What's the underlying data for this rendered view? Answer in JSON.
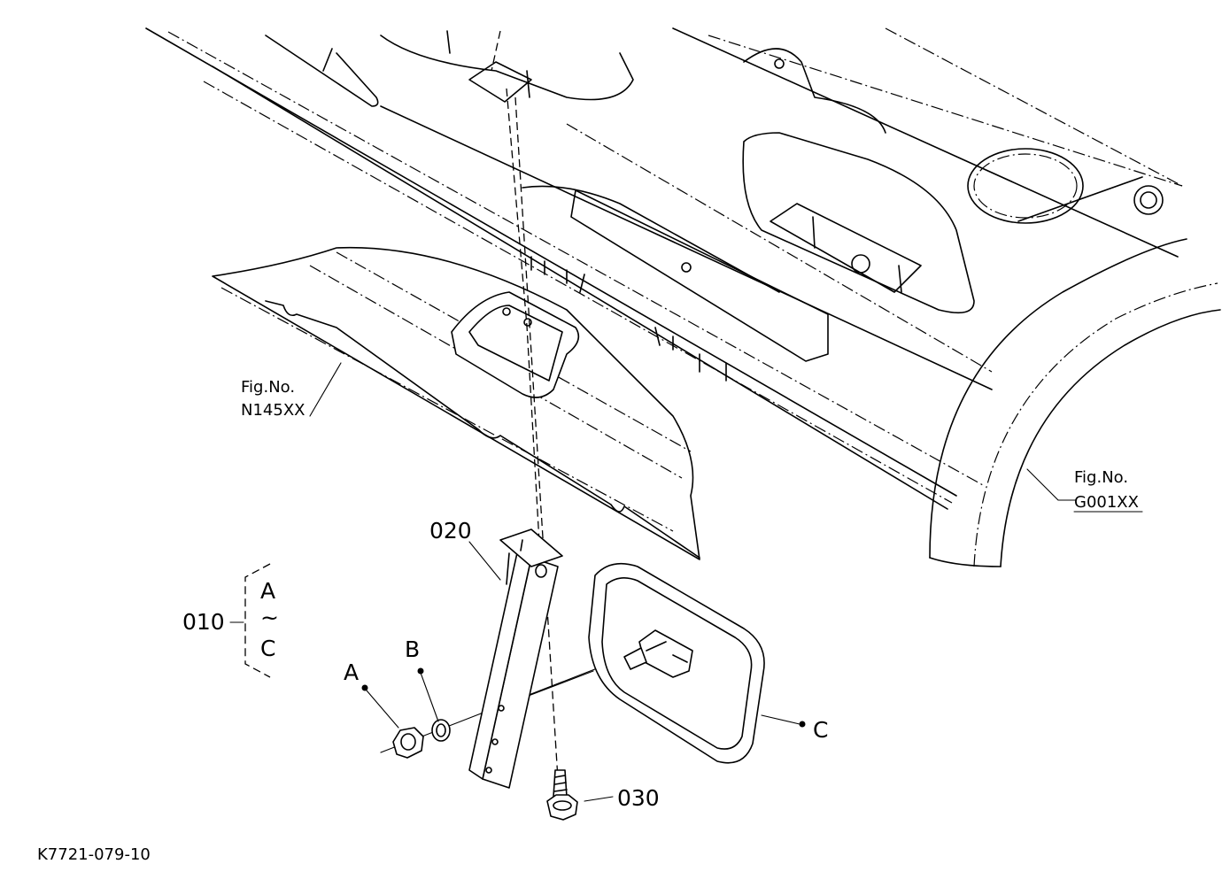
{
  "figure_refs": [
    {
      "line1": "Fig.No.",
      "line2": "N145XX"
    },
    {
      "line1": "Fig.No.",
      "line2": "G001XX"
    }
  ],
  "callouts": {
    "assembly": "010",
    "bracket": "020",
    "bolt": "030",
    "range_from": "A",
    "range_sep": "~",
    "range_to": "C",
    "nut": "A",
    "washer": "B",
    "mirror": "C"
  },
  "drawing_code": "K7721-079-10"
}
